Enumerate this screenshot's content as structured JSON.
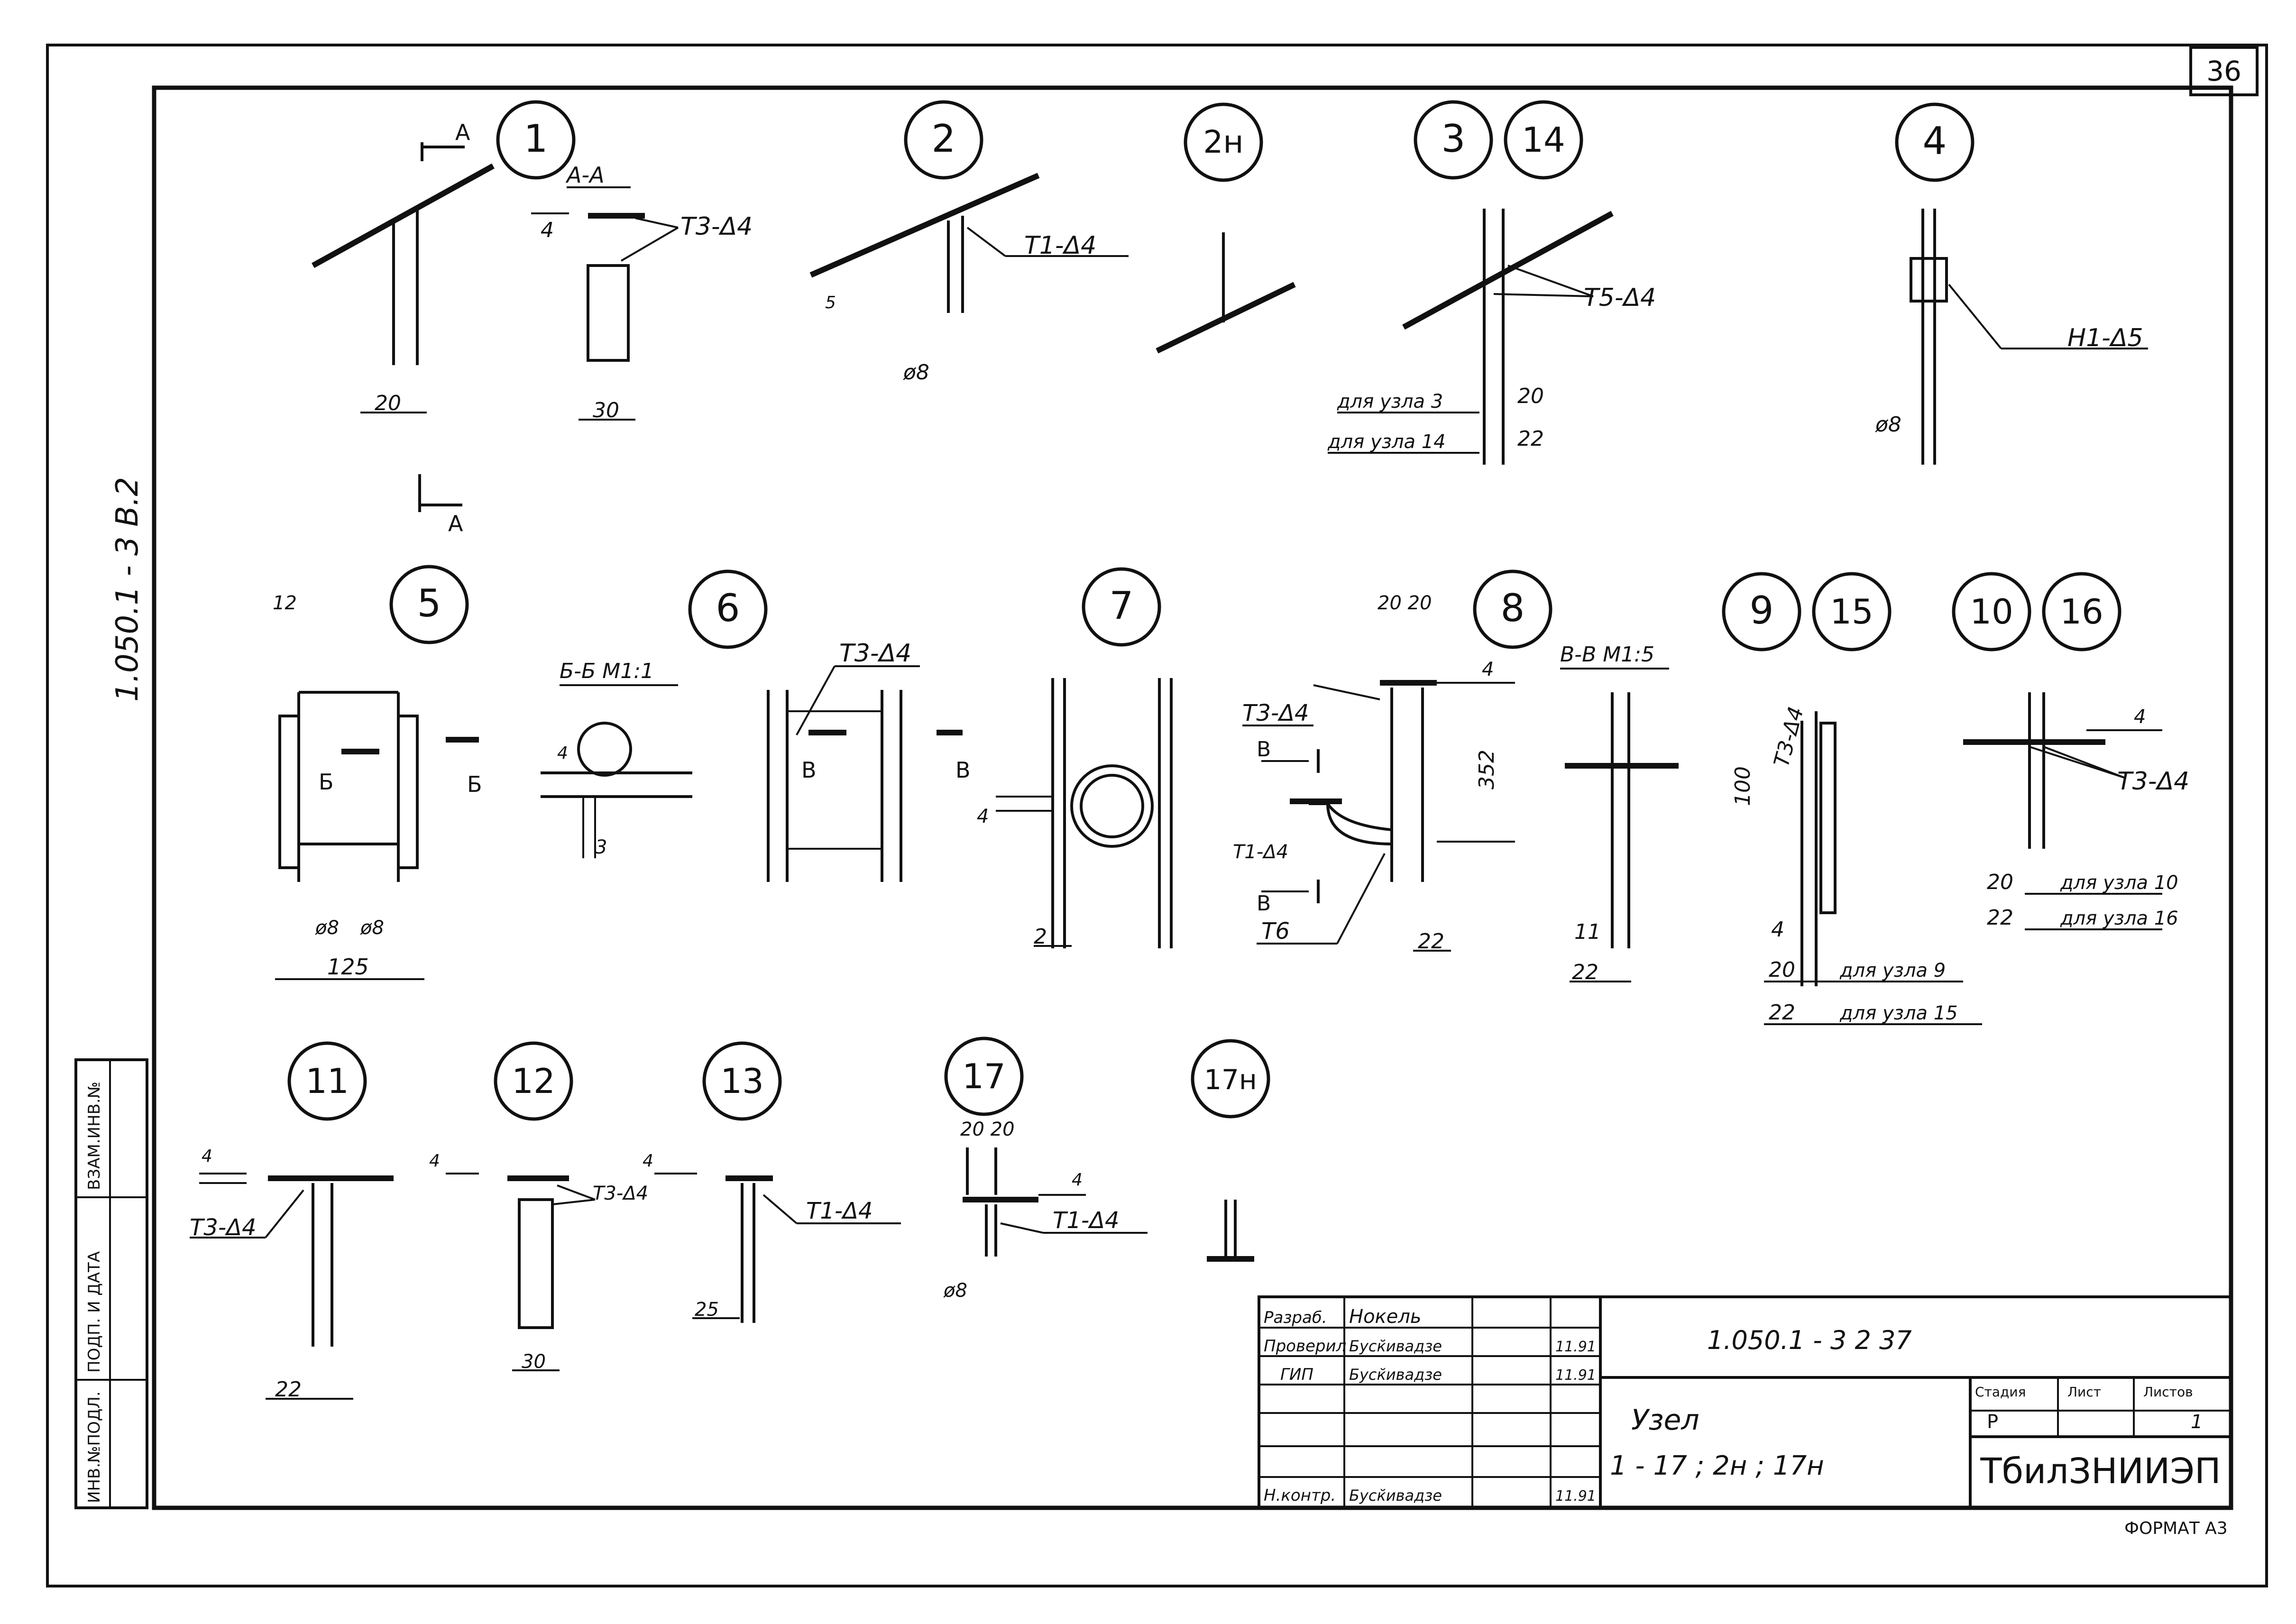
{
  "sheet": {
    "page_number": "36",
    "side_code": "1.050.1 - 3   В.2",
    "format": "ФОРМАТ А3"
  },
  "left_strip": {
    "inv_podl": "ИНВ.№ПОДЛ.",
    "podp_data": "ПОДП. И ДАТА",
    "vzam_inv": "ВЗАМ.ИНВ.№"
  },
  "nodes": {
    "n1": {
      "number": "1",
      "section": "А-А",
      "sec_mark": "А",
      "weld": "Т3-Δ4",
      "dim_a": "20",
      "dim_b": "30",
      "dim_c": "4"
    },
    "n2": {
      "number": "2",
      "weld": "Т1-Δ4",
      "dia": "ø8",
      "dim_s": "5"
    },
    "n2n": {
      "number": "2н"
    },
    "n3_14": {
      "number_a": "3",
      "number_b": "14",
      "weld": "Т5-Δ4",
      "note_a": "для узла 3",
      "note_b": "для узла 14",
      "dim_a": "20",
      "dim_b": "22"
    },
    "n4": {
      "number": "4",
      "weld": "Н1-Δ5",
      "dia": "ø8"
    },
    "n5": {
      "number": "5",
      "mark": "Б",
      "dim_top": "12",
      "dia_a": "ø8",
      "dia_b": "ø8",
      "width": "125"
    },
    "n6": {
      "number": "6",
      "section": "Б-Б М1:1",
      "dim_a": "3",
      "dim_b": "4"
    },
    "n6b": {
      "weld": "Т3-Δ4",
      "mark": "В"
    },
    "n7": {
      "number": "7",
      "dim_a": "4",
      "dim_b": "2"
    },
    "n8": {
      "number": "8",
      "dim_top": "20 20",
      "weld_a": "Т3-Δ4",
      "weld_b": "Т1-Δ4",
      "weld_c": "Т6",
      "mark": "В",
      "height": "352",
      "dim_t": "4",
      "dim_b": "22"
    },
    "n8s": {
      "section": "В-В М1:5",
      "dim_a": "11",
      "dim_b": "22"
    },
    "n9_15": {
      "number_a": "9",
      "number_b": "15",
      "weld": "Т3-Δ4",
      "height": "100",
      "dim_t": "4",
      "dim_a": "20",
      "dim_b": "22",
      "note_a": "для узла 9",
      "note_b": "для узла 15"
    },
    "n10_16": {
      "number_a": "10",
      "number_b": "16",
      "weld": "Т3-Δ4",
      "dim_t": "4",
      "dim_a": "20",
      "dim_b": "22",
      "note_a": "для узла 10",
      "note_b": "для узла 16"
    },
    "n11": {
      "number": "11",
      "weld": "Т3-Δ4",
      "dim_t": "4",
      "dim_b": "22"
    },
    "n12": {
      "number": "12",
      "weld": "Т3-Δ4",
      "dim_t": "4",
      "dim_b": "30"
    },
    "n13": {
      "number": "13",
      "weld": "Т1-Δ4",
      "dim_t": "4",
      "dim_b": "25"
    },
    "n17": {
      "number": "17",
      "dim_top": "20 20",
      "weld": "Т1-Δ4",
      "dim_t": "4",
      "dia": "ø8"
    },
    "n17n": {
      "number": "17н"
    }
  },
  "title_block": {
    "rows": [
      {
        "role": "Разраб.",
        "name": "Нокель",
        "date": ""
      },
      {
        "role": "Проверил",
        "name": "Буск̆ивадзе",
        "date": "11.91"
      },
      {
        "role": "ГИП",
        "name": "Буск̆ивадзе",
        "date": "11.91"
      },
      {
        "role": "",
        "name": "",
        "date": ""
      },
      {
        "role": "",
        "name": "",
        "date": ""
      },
      {
        "role": "",
        "name": "",
        "date": ""
      },
      {
        "role": "Н.контр.",
        "name": "Буск̆ивадзе",
        "date": "11.91"
      }
    ],
    "code": "1.050.1 - 3   2   37",
    "title_line1": "Узел",
    "title_line2": "1 - 17 ;  2н ;  17н",
    "stadia_label": "Стадия",
    "list_label": "Лист",
    "listov_label": "Листов",
    "stadia": "Р",
    "list": "",
    "listov": "1",
    "org": "ТбилЗНИИЭП"
  }
}
